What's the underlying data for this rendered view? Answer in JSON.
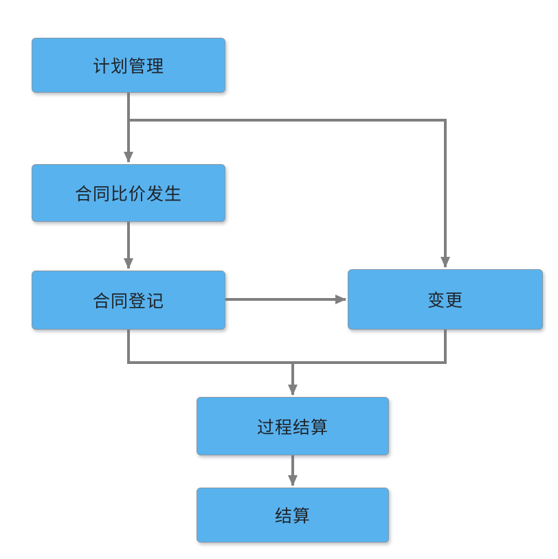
{
  "diagram": {
    "title": "contract-management-flowchart",
    "nodes": [
      {
        "id": "plan",
        "label": "计划管理"
      },
      {
        "id": "price-comparison",
        "label": "合同比价发生"
      },
      {
        "id": "contract-register",
        "label": "合同登记"
      },
      {
        "id": "change",
        "label": "变更"
      },
      {
        "id": "process-settlement",
        "label": "过程结算"
      },
      {
        "id": "settlement",
        "label": "结算"
      }
    ],
    "edges": [
      {
        "from": "计划管理",
        "to": "合同比价发生"
      },
      {
        "from": "计划管理",
        "to": "变更"
      },
      {
        "from": "合同比价发生",
        "to": "合同登记"
      },
      {
        "from": "合同登记",
        "to": "变更"
      },
      {
        "from": "合同登记",
        "to": "过程结算"
      },
      {
        "from": "变更",
        "to": "过程结算"
      },
      {
        "from": "过程结算",
        "to": "结算"
      }
    ],
    "colors": {
      "node_fill": "#58b2ee",
      "node_border": "#8796a2",
      "edge": "#7f7f7f",
      "text": "#1f2328",
      "background": "#ffffff"
    }
  }
}
